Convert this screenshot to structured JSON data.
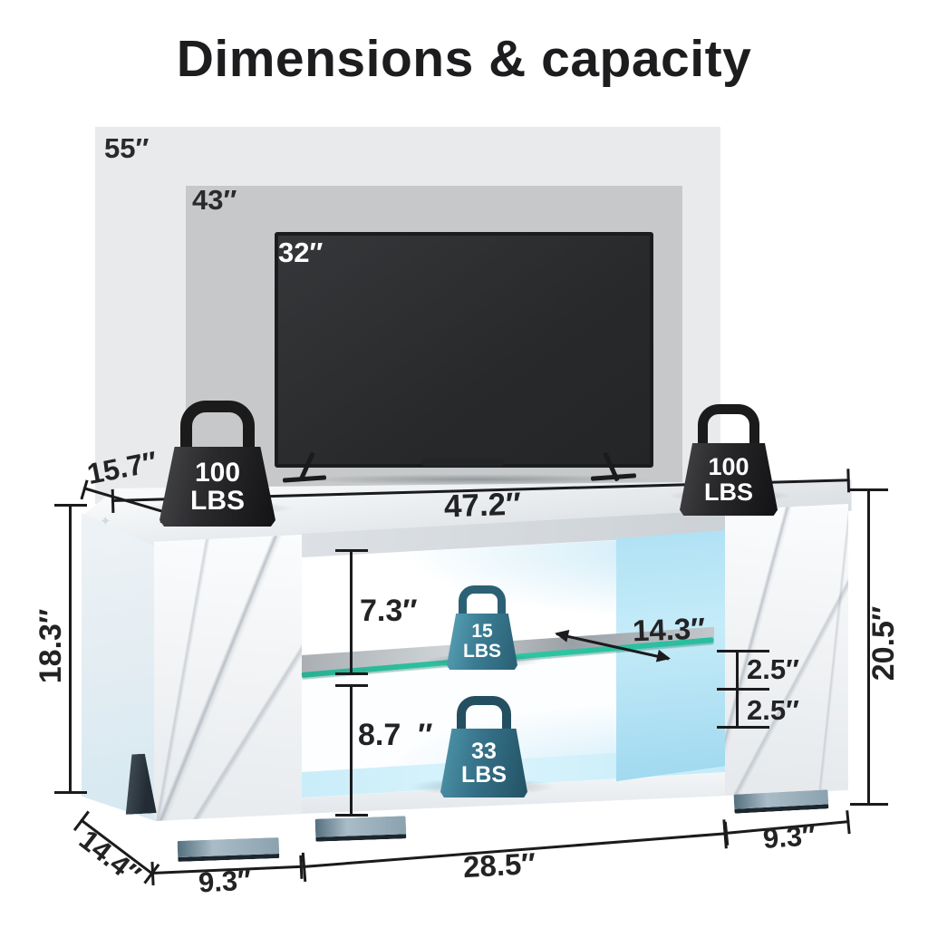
{
  "title": "Dimensions & capacity",
  "tv_overlays": {
    "size_55": "55″",
    "size_43": "43″",
    "size_32": "32″"
  },
  "capacity_weights": {
    "top_left": {
      "value": "100",
      "unit": "LBS"
    },
    "top_right": {
      "value": "100",
      "unit": "LBS"
    },
    "glass_shelf": {
      "value": "15",
      "unit": "LBS"
    },
    "bottom_shelf": {
      "value": "33",
      "unit": "LBS"
    }
  },
  "dimensions": {
    "top_depth": "15.7″",
    "top_width": "47.2″",
    "left_height": "18.3″",
    "right_height": "20.5″",
    "upper_clearance": "7.3″",
    "lower_clearance": "8.7  ″",
    "shelf_depth": "14.3″",
    "gap_upper": "2.5″",
    "gap_lower": "2.5″",
    "base_depth": "14.4″",
    "bottom_left_width": "9.3″",
    "bottom_middle_width": "28.5″",
    "bottom_right_width": "9.3″"
  },
  "icons": {
    "sparkle": "✦"
  },
  "colors": {
    "led_glow": "#c5ebf8",
    "glass_edge": "#2fc7a4",
    "weight_teal_light": "#5ba4b8",
    "weight_teal_dark": "#2a5f74",
    "weight_black": "#131316",
    "tv_size_55_bg": "#e9eaeb",
    "tv_size_43_bg": "#c6c8c9",
    "tv_screen": "#2c2e2f",
    "dim_line": "#1b1b1d",
    "title_text": "#1d1d1f"
  }
}
